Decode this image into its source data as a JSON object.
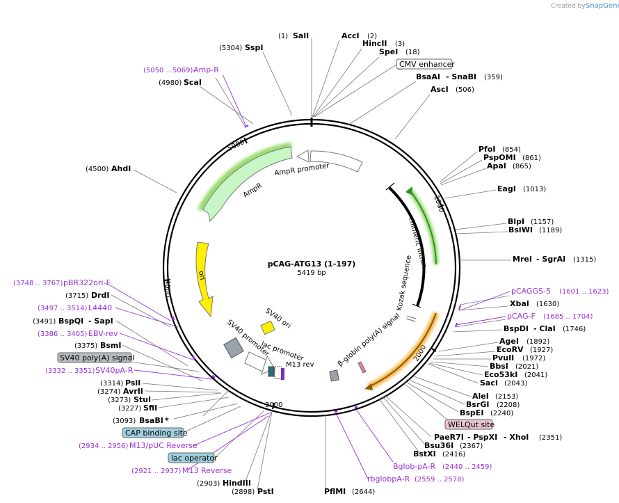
{
  "credit": "Created by",
  "brand": "SnapGene",
  "plasmid": {
    "name": "pCAG-ATG13 (1-197)",
    "size": "5419 bp"
  },
  "ticks": [
    "1000",
    "2000",
    "3000",
    "4000",
    "5000"
  ],
  "features": {
    "cmv": "CMV enhancer",
    "welqut": "WELQut site",
    "sv40polya": "SV40 poly(A) signal",
    "cap": "CAP binding site",
    "lacop": "lac operator",
    "ampr": "AmpR",
    "amprp": "AmpR promoter",
    "ori": "ori",
    "intron": "chimeric intron",
    "kozak": "Kozak sequence",
    "bglob": "β-globin poly(A) signal",
    "sv40ori": "SV40 ori",
    "sv40p": "SV40 promoter",
    "lacp": "lac promoter",
    "m13rev": "M13 rev"
  },
  "sites": {
    "sali_pos": "(1)",
    "sali": "SalI",
    "acci": "AccI",
    "acci_pos": "(2)",
    "hincii": "HincII",
    "hincii_pos": "(3)",
    "spei": "SpeI",
    "spei_pos": "(18)",
    "sspi_pos": "(5304)",
    "sspi": "SspI",
    "scai_pos": "(4980)",
    "scai": "ScaI",
    "bsaai": "BsaAI",
    "snabi": "- SnaBI",
    "bsaai_pos": "(359)",
    "asci": "AscI",
    "asci_pos": "(506)",
    "ahdi_pos": "(4500)",
    "ahdi": "AhdI",
    "pfoi": "PfoI",
    "pfoi_pos": "(854)",
    "pspomi": "PspOMI",
    "pspomi_pos": "(861)",
    "apai": "ApaI",
    "apai_pos": "(865)",
    "eagi": "EagI",
    "eagi_pos": "(1013)",
    "blpi": "BlpI",
    "blpi_pos": "(1157)",
    "bsiwi": "BsiWI",
    "bsiwi_pos": "(1189)",
    "mrei": "MreI",
    "sgrai": "- SgrAI",
    "mrei_pos": "(1315)",
    "xbai": "XbaI",
    "xbai_pos": "(1630)",
    "bspdi": "BspDI",
    "clai": "- ClaI",
    "bspdi_pos": "(1746)",
    "agei": "AgeI",
    "agei_pos": "(1892)",
    "ecorv": "EcoRV",
    "ecorv_pos": "(1927)",
    "pvuii": "PvuII",
    "pvuii_pos": "(1972)",
    "bbsi": "BbsI",
    "bbsi_pos": "(2021)",
    "eco53ki": "Eco53kI",
    "eco53ki_pos": "(2041)",
    "saci": "SacI",
    "saci_pos": "(2043)",
    "alei": "AleI",
    "alei_pos": "(2153)",
    "bsrgi": "BsrGI",
    "bsrgi_pos": "(2208)",
    "bspei": "BspEI",
    "bspei_pos": "(2240)",
    "paer7i": "PaeR7I",
    "pspxi": "- PspXI",
    "xhoi": "- XhoI",
    "paer7i_pos": "(2351)",
    "bsu36i": "Bsu36I",
    "bsu36i_pos": "(2367)",
    "bstxi": "BstXI",
    "bstxi_pos": "(2416)",
    "pfimi": "PflMI",
    "pfimi_pos": "(2644)",
    "psti_pos": "(2898)",
    "psti": "PstI",
    "hindiii_pos": "(2903)",
    "hindiii": "HindIII",
    "bsabi_pos": "(3093)",
    "bsabi": "BsaBI",
    "star": "*",
    "sfii_pos": "(3227)",
    "sfii": "SfiI",
    "stui_pos": "(3273)",
    "stui": "StuI",
    "avrii_pos": "(3274)",
    "avrii": "AvrII",
    "psii_pos": "(3314)",
    "psii": "PsiI",
    "bsmi_pos": "(3375)",
    "bsmi": "BsmI",
    "bspqi_pos": "(3491)",
    "bspqi": "BspQI",
    "sapi": "- SapI",
    "drdi_pos": "(3715)",
    "drdi": "DrdI"
  },
  "primers": {
    "ampr_r_pos": "(5050 .. 5069)",
    "ampr_r": "Amp-R",
    "pcaggs5": "pCAGGS-5",
    "pcaggs5_pos": "(1601 .. 1623)",
    "pcagf": "pCAG-F",
    "pcagf_pos": "(1685 .. 1704)",
    "bglob_r": "Bglob-pA-R",
    "bglob_r_pos": "(2440 .. 2459)",
    "rbglob_r": "rbglobpA-R",
    "rbglob_r_pos": "(2559 .. 2578)",
    "m13puc_pos": "(2934 .. 2956)",
    "m13puc": "M13/pUC Reverse",
    "m13r_pos": "(2921 .. 2937)",
    "m13r": "M13 Reverse",
    "sv40pa_pos": "(3332 .. 3351)",
    "sv40pa": "SV40pA-R",
    "ebv_pos": "(3386 .. 3405)",
    "ebv": "EBV-rev",
    "l4440_pos": "(3497 .. 3514)",
    "l4440": "L4440",
    "pbr_pos": "(3748 .. 3767)",
    "pbr": "pBR322ori-F"
  },
  "colors": {
    "primer": "#9b30d9",
    "ampr": "#c8f7c5",
    "ori": "#ffee00",
    "orange": "#f5a623",
    "grey": "#9aa3ab",
    "teal_box": "#9fd0de",
    "pink_box": "#e8c4cc"
  }
}
